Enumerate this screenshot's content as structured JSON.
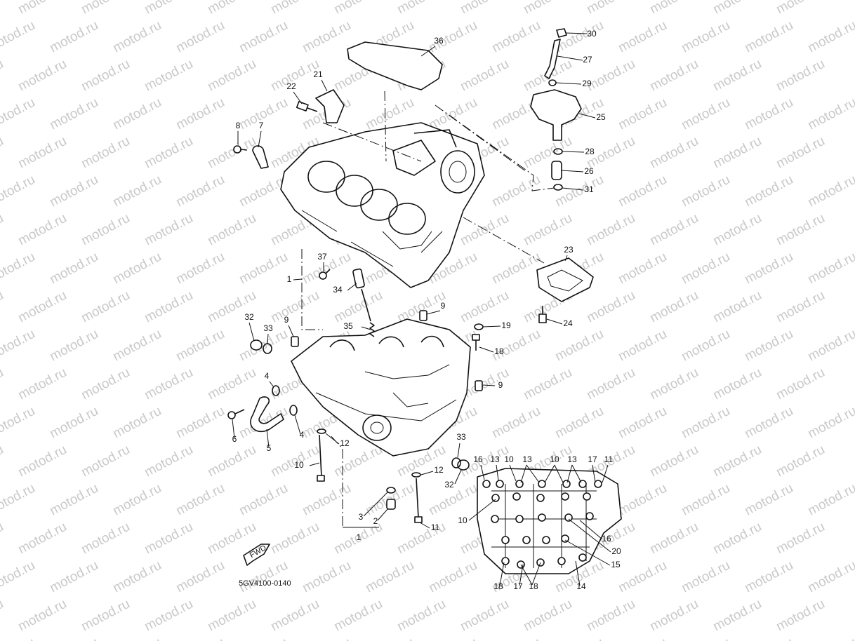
{
  "watermark": "motod.ru",
  "diagram_code": "5GV4100-0140",
  "fwd_label": "FWD",
  "parts": {
    "p1": "1",
    "p2": "2",
    "p3": "3",
    "p4": "4",
    "p5": "5",
    "p6": "6",
    "p7": "7",
    "p8": "8",
    "p9": "9",
    "p10": "10",
    "p11": "11",
    "p12": "12",
    "p13": "13",
    "p14": "14",
    "p15": "15",
    "p16": "16",
    "p17": "17",
    "p18": "18",
    "p19": "19",
    "p20": "20",
    "p21": "21",
    "p22": "22",
    "p23": "23",
    "p24": "24",
    "p25": "25",
    "p26": "26",
    "p27": "27",
    "p28": "28",
    "p29": "29",
    "p30": "30",
    "p31": "31",
    "p32": "32",
    "p33": "33",
    "p34": "34",
    "p35": "35",
    "p36": "36",
    "p37": "37"
  }
}
